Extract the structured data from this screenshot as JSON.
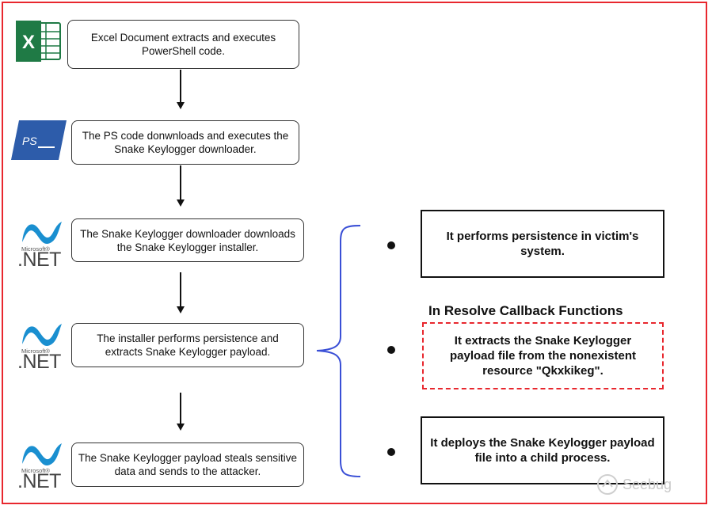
{
  "steps": [
    {
      "text": "Excel Document extracts and executes PowerShell code.",
      "icon": "excel-icon"
    },
    {
      "text": "The PS code donwnloads and executes the Snake Keylogger downloader.",
      "icon": "powershell-icon"
    },
    {
      "text": "The Snake Keylogger downloader downloads the Snake Keylogger installer.",
      "icon": "dotnet-icon"
    },
    {
      "text": "The installer performs persistence and extracts Snake Keylogger payload.",
      "icon": "dotnet-icon"
    },
    {
      "text": "The Snake Keylogger payload steals sensitive data and sends to the attacker.",
      "icon": "dotnet-icon"
    }
  ],
  "icons": {
    "excel_letter": "X",
    "ps_label": "PS",
    "net_brand": "Microsoft®",
    "net_text": ".NET"
  },
  "details": {
    "section_title": "In Resolve Callback Functions",
    "items": [
      {
        "text": "It performs persistence in victim's system.",
        "style": "solid"
      },
      {
        "text": "It extracts the Snake Keylogger payload file from the nonexistent resource \"Qkxkikeg\".",
        "style": "dashed"
      },
      {
        "text": "It deploys the Snake Keylogger payload file into a child process.",
        "style": "solid"
      }
    ]
  },
  "watermark": "Seebug",
  "colors": {
    "frame": "#e8272e",
    "brace": "#3a4fd6",
    "dashed_border": "#e8272e",
    "excel_green": "#1f7a45",
    "powershell_blue": "#2d5caa",
    "net_blue": "#1a8fd0"
  }
}
